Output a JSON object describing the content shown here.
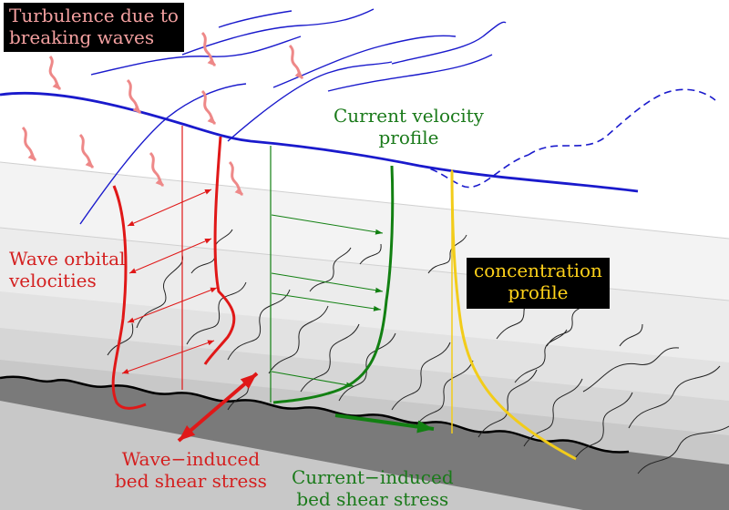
{
  "labels": {
    "turbulence": "Turbulence due to\nbreaking waves",
    "current_velocity": "Current velocity\nprofile",
    "wave_orbital": "Wave orbital\nvelocities",
    "concentration": "concentration\nprofile",
    "wave_shear": "Wave−induced\nbed shear stress",
    "current_shear": "Current−induced\nbed shear stress"
  },
  "colors": {
    "water_surface": "#1a1acc",
    "wave_orbital": "#e01818",
    "current": "#128012",
    "concentration": "#f2cc1a",
    "turbulence_arrows": "#ee8888",
    "bed": "#7a7a7a"
  }
}
